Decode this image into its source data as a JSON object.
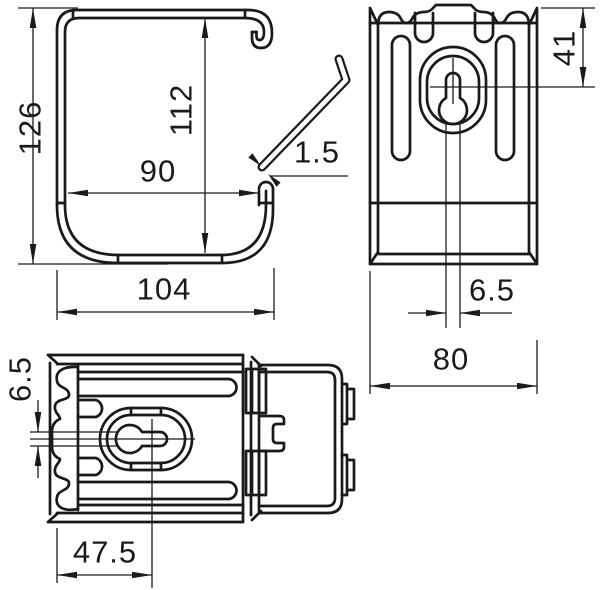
{
  "meta": {
    "background_color": "#ffffff",
    "line_color": "#1a1a1a",
    "drawing_type": "technical dimension drawing, three orthographic views of a sheet-metal grip clamp"
  },
  "dimensions": {
    "side_view": {
      "overall_height": "126",
      "inner_height": "112",
      "inner_width": "90",
      "overall_width": "104",
      "material_thickness": "1.5"
    },
    "front_view": {
      "keyhole_offset_from_top": "41",
      "keyhole_slot_width": "6.5",
      "overall_width": "80"
    },
    "top_view": {
      "keyhole_slot_width": "6.5",
      "keyhole_offset_from_left": "47.5"
    }
  }
}
